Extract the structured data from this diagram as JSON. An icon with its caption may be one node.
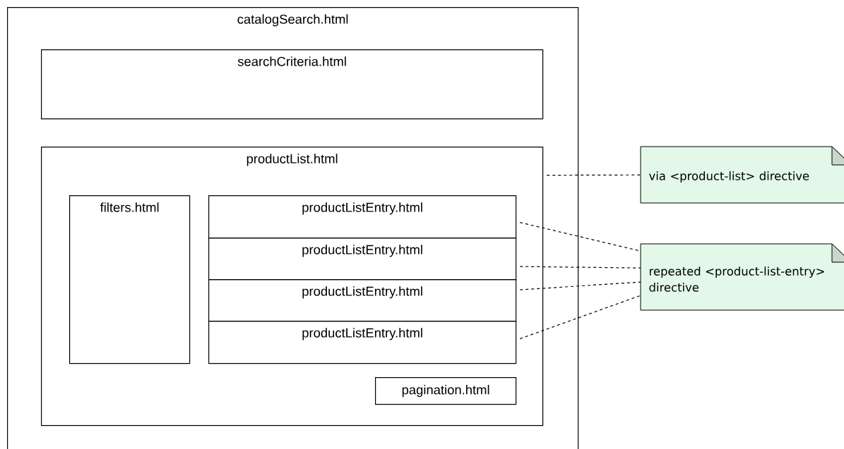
{
  "diagram": {
    "nodes": [
      {
        "text": [
          "catalogSearch.html"
        ]
      },
      {
        "text": [
          "searchCriteria.html"
        ],
        "in": 0
      },
      {
        "text": [
          "productList.html"
        ],
        "in": 0
      },
      {
        "text": [
          "filters.html"
        ],
        "in": 2
      },
      {
        "text": [
          "productListEntry.html"
        ],
        "in": 2
      },
      {
        "text": [
          "productListEntry.html"
        ],
        "in": 2
      },
      {
        "text": [
          "productListEntry.html"
        ],
        "in": 2
      },
      {
        "text": [
          "productListEntry.html"
        ],
        "in": 2
      },
      {
        "text": [
          "pagination.html"
        ],
        "in": 2
      },
      {
        "text": [
          "via <product-list> directive"
        ]
      },
      {
        "text": [
          "repeated <product-list-entry> directive"
        ]
      }
    ],
    "edges": [
      {
        "from": 2,
        "to": 9,
        "arrow": "none",
        "style": "dashed"
      },
      {
        "from": 4,
        "to": 10,
        "arrow": "none",
        "style": "dashed"
      },
      {
        "from": 5,
        "to": 10,
        "arrow": "none",
        "style": "dashed"
      },
      {
        "from": 6,
        "to": 10,
        "arrow": "none",
        "style": "dashed"
      },
      {
        "from": 7,
        "to": 10,
        "arrow": "none",
        "style": "dashed"
      }
    ]
  }
}
